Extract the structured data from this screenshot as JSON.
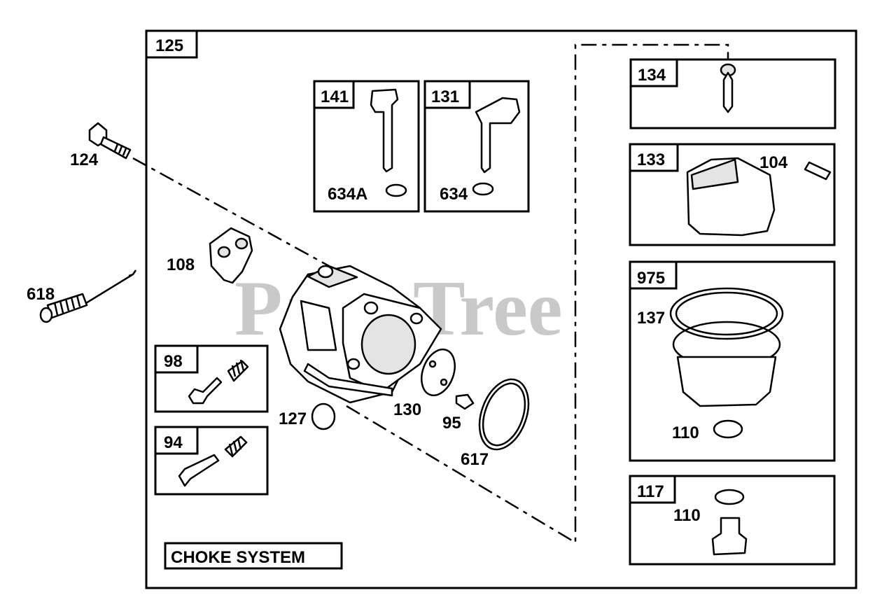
{
  "watermark": "PartsTree",
  "main_box_label": "125",
  "choke_system_label": "CHOKE SYSTEM",
  "sub_boxes": {
    "b141": "141",
    "b131": "131",
    "b134": "134",
    "b133": "133",
    "b975": "975",
    "b117": "117",
    "b98": "98",
    "b94": "94"
  },
  "callouts": {
    "p124": "124",
    "p618": "618",
    "p108": "108",
    "p127": "127",
    "p130": "130",
    "p95": "95",
    "p617": "617",
    "p634A": "634A",
    "p634": "634",
    "p104": "104",
    "p137": "137",
    "p110a": "110",
    "p110b": "110"
  }
}
